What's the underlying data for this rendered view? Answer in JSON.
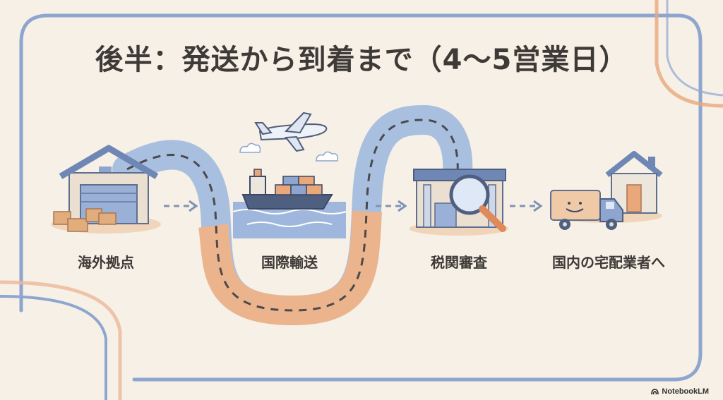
{
  "title": "後半：発送から到着まで（4〜5営業日）",
  "steps": [
    {
      "label": "海外拠点",
      "icon": "warehouse-icon"
    },
    {
      "label": "国際輸送",
      "icon": "cargo-ship-icon"
    },
    {
      "label": "税関審査",
      "icon": "customs-magnifier-icon"
    },
    {
      "label": "国内の宅配業者へ",
      "icon": "delivery-truck-icon"
    }
  ],
  "brand": "NotebookLM",
  "colors": {
    "background": "#f6f0e6",
    "frame_blue": "#8ea6cf",
    "accent_orange": "#e9a77a",
    "road_blue": "#a9bfdf",
    "road_orange": "#ebb48d",
    "text": "#3e3a37"
  }
}
